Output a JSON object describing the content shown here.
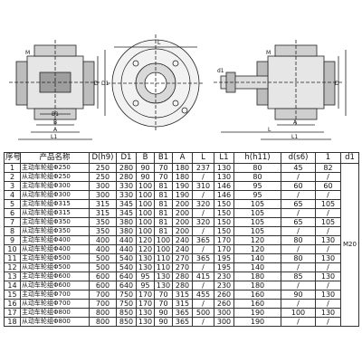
{
  "drawing_labels": {
    "left": {
      "B1": "B1",
      "B": "B",
      "A": "A",
      "L1": "L1",
      "D": "D",
      "D1": "D1",
      "M": "M"
    },
    "middle": {
      "L": "L"
    },
    "right": {
      "A": "A",
      "L": "L",
      "L1": "L1",
      "D": "D",
      "d1": "d1",
      "M": "M"
    }
  },
  "table": {
    "headers": [
      "序号",
      "产品名称",
      "D(h9)",
      "D1",
      "B",
      "B1",
      "A",
      "L",
      "L1",
      "h(h11)",
      "d(s6)",
      "1",
      "d1"
    ],
    "m20": "M20",
    "rows": [
      [
        "1",
        "主动车轮组Φ250",
        "250",
        "280",
        "90",
        "70",
        "180",
        "237",
        "130",
        "80",
        "45",
        "82"
      ],
      [
        "2",
        "从动车轮组Φ250",
        "250",
        "280",
        "90",
        "70",
        "180",
        "/",
        "130",
        "80",
        "/",
        "/"
      ],
      [
        "3",
        "主动车轮组Φ300",
        "300",
        "330",
        "100",
        "81",
        "190",
        "310",
        "146",
        "95",
        "60",
        "60"
      ],
      [
        "4",
        "从动车轮组Φ300",
        "300",
        "330",
        "100",
        "81",
        "190",
        "/",
        "146",
        "95",
        "/",
        "/"
      ],
      [
        "5",
        "主动车轮组Φ315",
        "315",
        "345",
        "100",
        "81",
        "200",
        "320",
        "150",
        "105",
        "65",
        "105"
      ],
      [
        "6",
        "从动车轮组Φ315",
        "315",
        "345",
        "100",
        "81",
        "200",
        "/",
        "150",
        "105",
        "/",
        "/"
      ],
      [
        "7",
        "主动车轮组Φ350",
        "350",
        "380",
        "100",
        "81",
        "200",
        "320",
        "150",
        "105",
        "65",
        "105"
      ],
      [
        "8",
        "从动车轮组Φ350",
        "350",
        "380",
        "100",
        "81",
        "200",
        "/",
        "150",
        "105",
        "/",
        "/"
      ],
      [
        "9",
        "主动车轮组Φ400",
        "400",
        "440",
        "120",
        "100",
        "240",
        "365",
        "170",
        "120",
        "80",
        "130"
      ],
      [
        "10",
        "从动车轮组Φ400",
        "400",
        "440",
        "120",
        "100",
        "240",
        "/",
        "170",
        "120",
        "/",
        "/"
      ],
      [
        "11",
        "主动车轮组Φ500",
        "500",
        "540",
        "130",
        "110",
        "270",
        "365",
        "195",
        "140",
        "80",
        "130"
      ],
      [
        "12",
        "从动车轮组Φ500",
        "500",
        "540",
        "130",
        "110",
        "270",
        "/",
        "195",
        "140",
        "/",
        "/"
      ],
      [
        "13",
        "主动车轮组Φ600",
        "600",
        "640",
        "95",
        "130",
        "280",
        "415",
        "230",
        "180",
        "85",
        "130"
      ],
      [
        "14",
        "从动车轮组Φ600",
        "600",
        "640",
        "95",
        "130",
        "280",
        "/",
        "230",
        "180",
        "/",
        "/"
      ],
      [
        "15",
        "主动车轮组Φ700",
        "700",
        "750",
        "170",
        "70",
        "315",
        "455",
        "260",
        "160",
        "90",
        "130"
      ],
      [
        "16",
        "从动车轮组Φ700",
        "700",
        "750",
        "170",
        "70",
        "315",
        "/",
        "260",
        "160",
        "/",
        "/"
      ],
      [
        "17",
        "主动车轮组Φ800",
        "800",
        "850",
        "130",
        "90",
        "365",
        "500",
        "300",
        "190",
        "100",
        "130"
      ],
      [
        "18",
        "从动车轮组Φ800",
        "800",
        "850",
        "130",
        "90",
        "365",
        "/",
        "300",
        "190",
        "/",
        "/"
      ]
    ]
  }
}
